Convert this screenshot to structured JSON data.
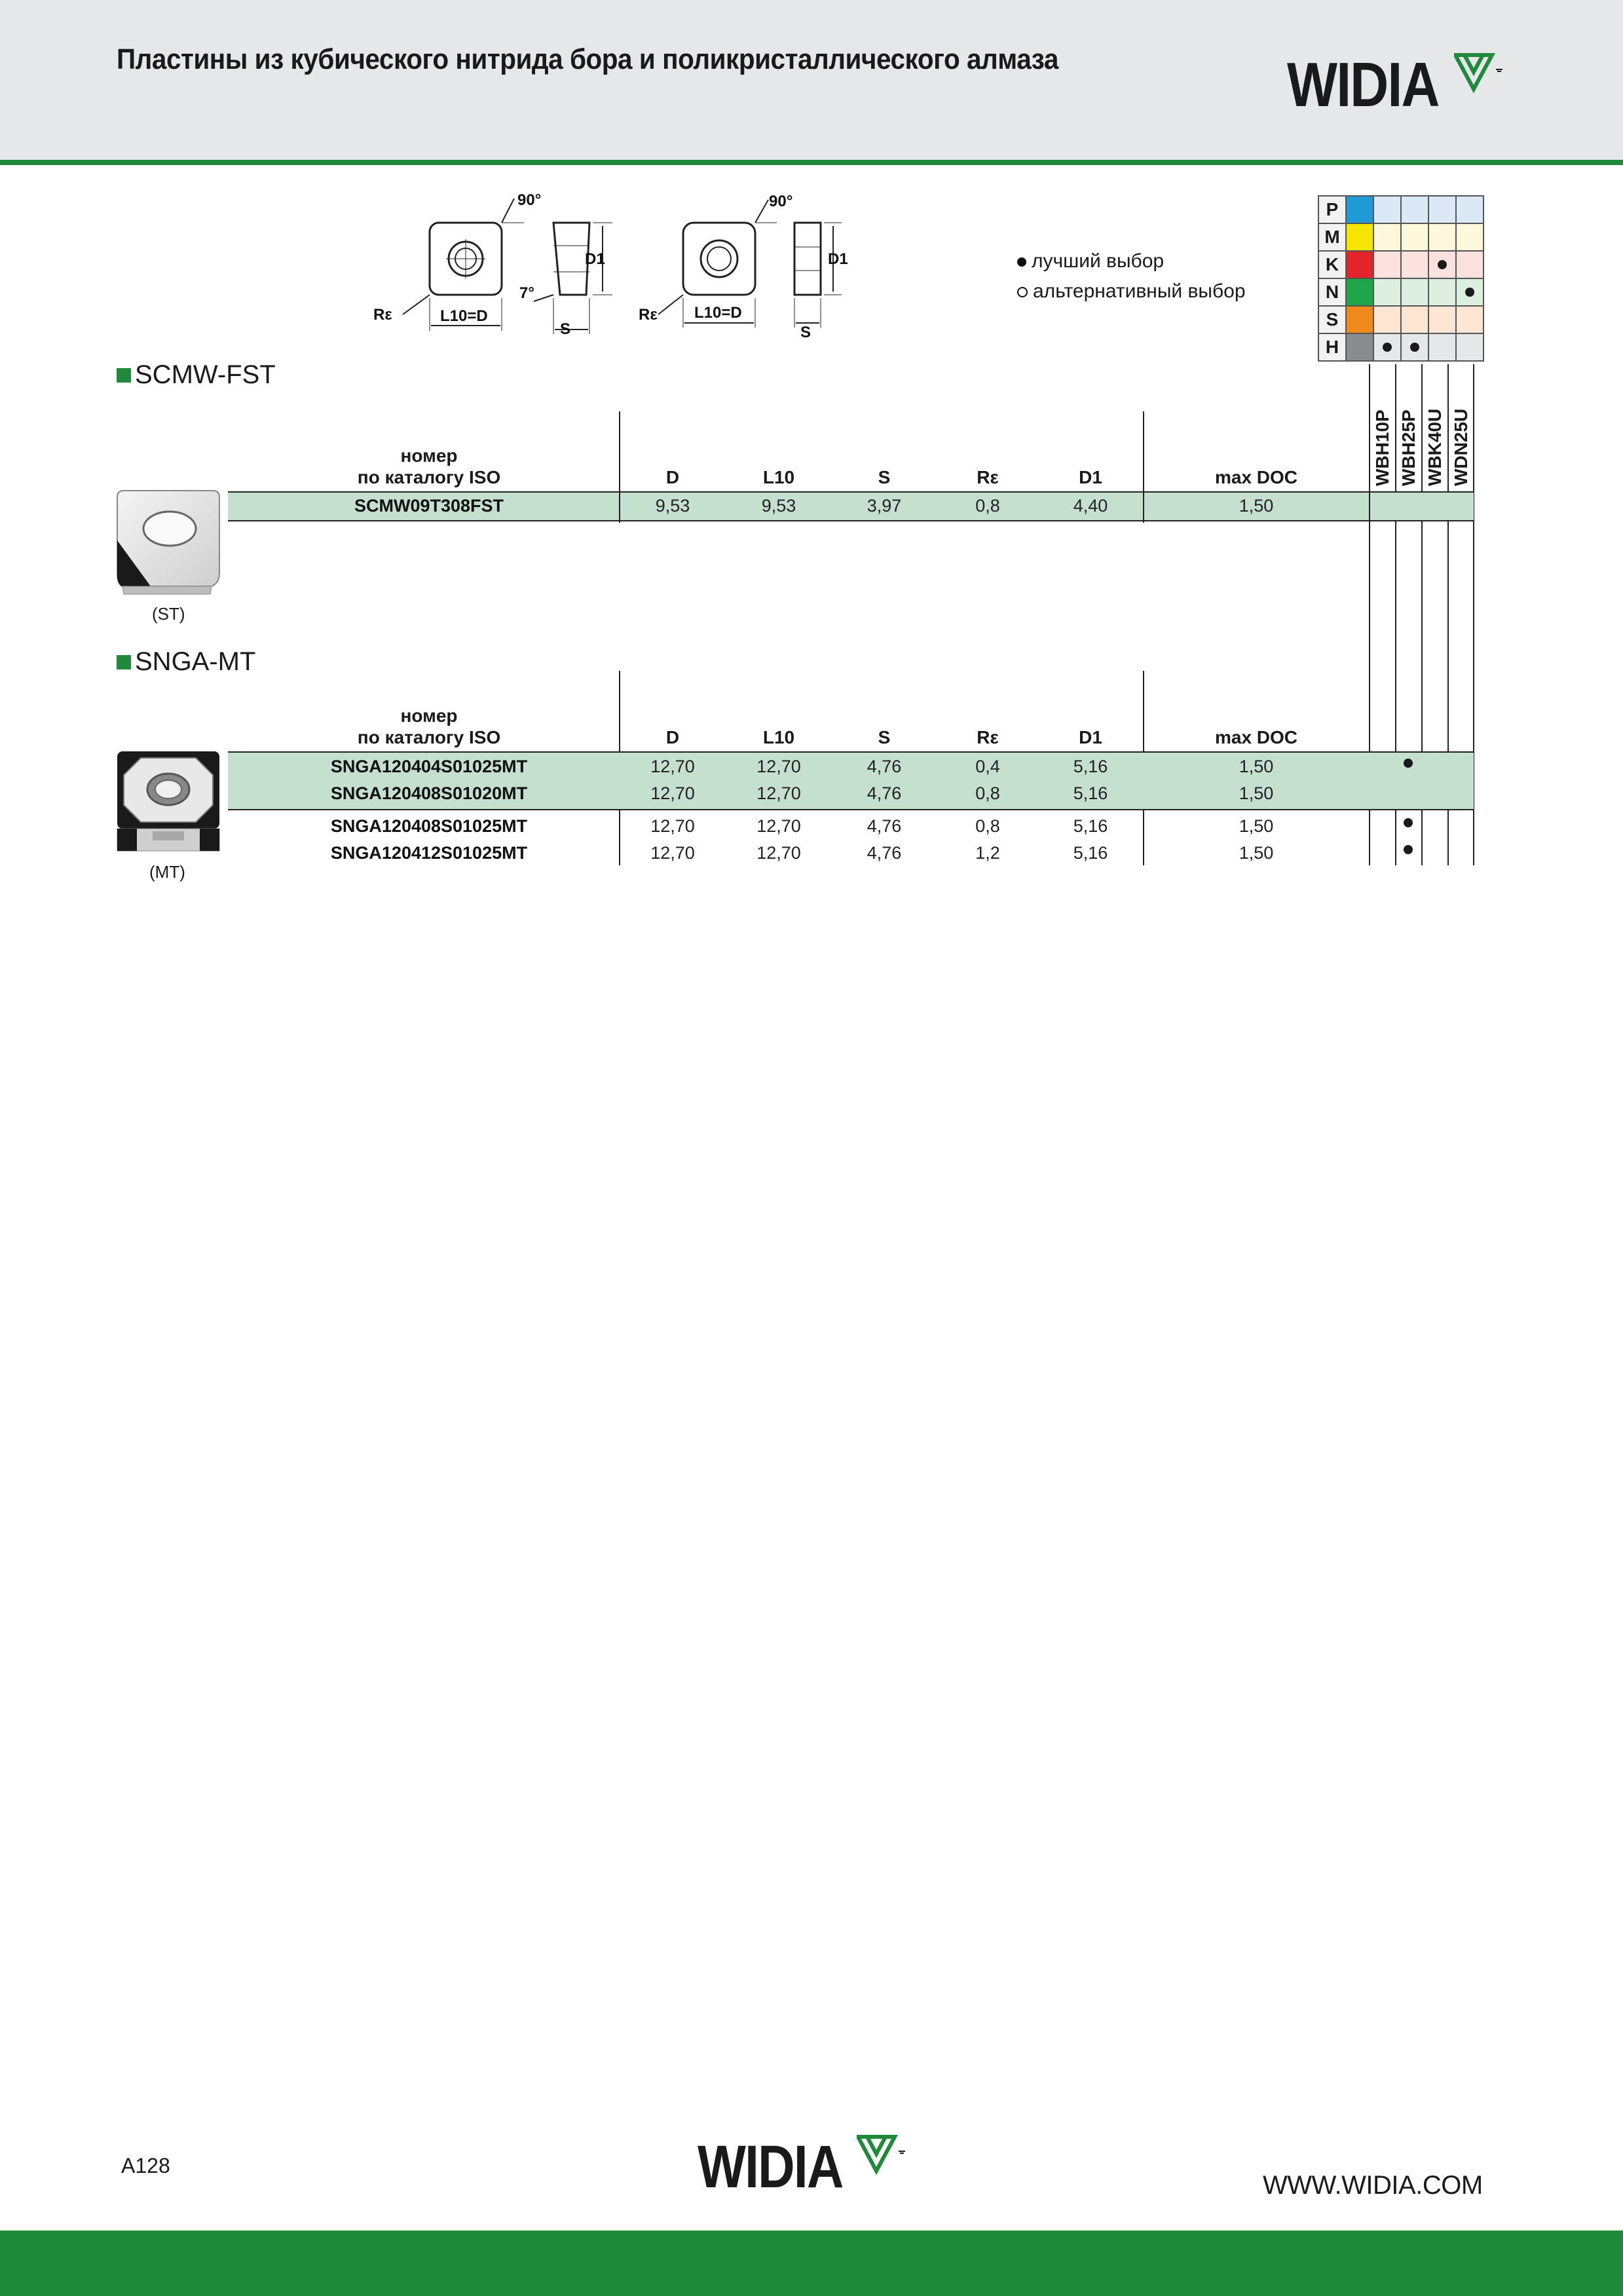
{
  "header": {
    "title": "Пластины из кубического нитрида бора и поликристаллического алмаза",
    "logo_text": "WIDIA"
  },
  "legend": {
    "best": "лучший выбор",
    "alternative": "альтернативный выбор"
  },
  "diagram_labels": {
    "angle90": "90°",
    "angle7": "7°",
    "d1": "D1",
    "re": "Rε",
    "l10d": "L10=D",
    "s": "S"
  },
  "materials": [
    {
      "letter": "P",
      "color": "#1f9ad6",
      "tint": "#dbe8f6"
    },
    {
      "letter": "M",
      "color": "#f5e500",
      "tint": "#fdf8dc"
    },
    {
      "letter": "K",
      "color": "#e3242b",
      "tint": "#fbe2df"
    },
    {
      "letter": "N",
      "color": "#1fa64a",
      "tint": "#dcefe0"
    },
    {
      "letter": "S",
      "color": "#f08a1c",
      "tint": "#fde6d4"
    },
    {
      "letter": "H",
      "color": "#8a8c8e",
      "tint": "#e6e7e8"
    }
  ],
  "grades": [
    "WBH10P",
    "WBH25P",
    "WBK40U",
    "WDN25U"
  ],
  "columns": {
    "iso_line1": "номер",
    "iso_line2": "по каталогу ISO",
    "d": "D",
    "l10": "L10",
    "s": "S",
    "re": "Rε",
    "d1": "D1",
    "max_doc": "max DOC"
  },
  "sections": [
    {
      "title": "SCMW-FST",
      "image_caption": "(ST)",
      "rows": [
        {
          "iso": "SCMW09T308FST",
          "d": "9,53",
          "l10": "9,53",
          "s": "3,97",
          "re": "0,8",
          "d1": "4,40",
          "max_doc": "1,50",
          "grades": [
            false,
            false,
            false,
            false
          ],
          "highlight": true
        }
      ]
    },
    {
      "title": "SNGA-MT",
      "image_caption": "(MT)",
      "rows": [
        {
          "iso": "SNGA120404S01025MT",
          "d": "12,70",
          "l10": "12,70",
          "s": "4,76",
          "re": "0,4",
          "d1": "5,16",
          "max_doc": "1,50",
          "grades": [
            false,
            true,
            false,
            false
          ],
          "highlight": true
        },
        {
          "iso": "SNGA120408S01020MT",
          "d": "12,70",
          "l10": "12,70",
          "s": "4,76",
          "re": "0,8",
          "d1": "5,16",
          "max_doc": "1,50",
          "grades": [
            false,
            false,
            false,
            false
          ],
          "highlight": true
        },
        {
          "iso": "SNGA120408S01025MT",
          "d": "12,70",
          "l10": "12,70",
          "s": "4,76",
          "re": "0,8",
          "d1": "5,16",
          "max_doc": "1,50",
          "grades": [
            false,
            true,
            false,
            false
          ],
          "highlight": false
        },
        {
          "iso": "SNGA120412S01025MT",
          "d": "12,70",
          "l10": "12,70",
          "s": "4,76",
          "re": "1,2",
          "d1": "5,16",
          "max_doc": "1,50",
          "grades": [
            false,
            true,
            false,
            false
          ],
          "highlight": false
        }
      ]
    }
  ],
  "footer": {
    "page_number": "A128",
    "website": "WWW.WIDIA.COM",
    "logo_text": "WIDIA"
  }
}
